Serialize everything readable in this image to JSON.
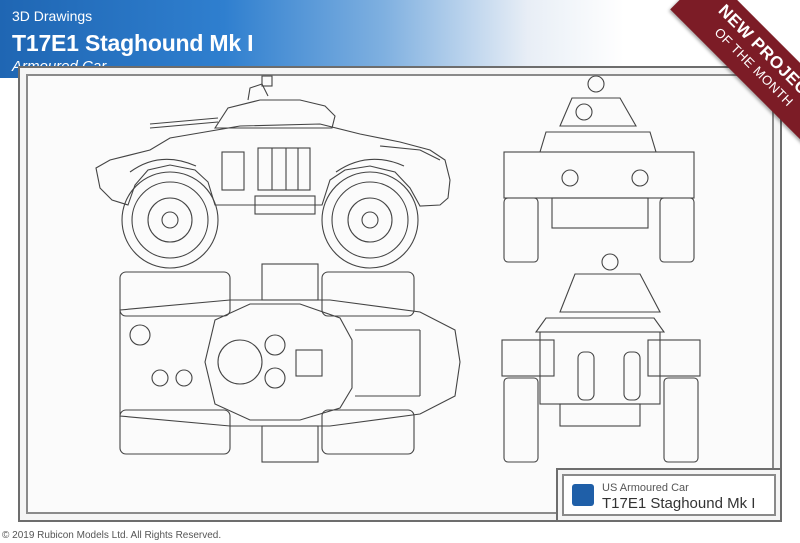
{
  "header": {
    "label": "3D Drawings",
    "title": "T17E1 Staghound Mk I",
    "subtitle": "Armoured Car"
  },
  "ribbon": {
    "line1": "NEW PROJECT",
    "line2": "OF THE MONTH"
  },
  "title_block": {
    "small_text": "US Armoured Car",
    "large_text": "T17E1 Staghound Mk I"
  },
  "footer": {
    "copyright": "© 2019 Rubicon Models Ltd. All Rights Reserved."
  },
  "colors": {
    "header_blue": "#1f66b3",
    "ribbon": "#7c1c26",
    "frame": "#6d6d6d",
    "line_art": "#444444",
    "logo": "#1f5fa8"
  },
  "views": [
    "side-view",
    "top-view",
    "front-view",
    "rear-view"
  ]
}
